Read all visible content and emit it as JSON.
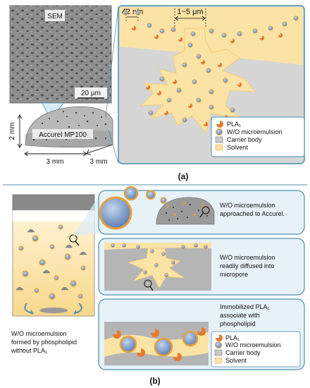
{
  "colors": {
    "solvent": "#fbe3a6",
    "solvent_edge": "#f5c964",
    "carrier": "#c9c9c9",
    "carrier_dark": "#9c9c9c",
    "micro_blue": "#7f9fc6",
    "micro_ring": "#e8a03a",
    "pla": "#e77a2e",
    "frame_blue": "#4b8fae",
    "frame_fill": "#e6f1f8"
  },
  "panel_a": {
    "sem_label": "SEM",
    "scale_bar": "20 μm",
    "accurel_label": "Accurel MP100",
    "dim_height": "2 mm",
    "dim_width": "3 mm",
    "dim_depth": "3 mm",
    "pore_size": "42 nm",
    "micro_size": "1~5 μm",
    "caption": "(a)"
  },
  "legend": {
    "pla": "PLA₁",
    "micro": "W/O microemulsion",
    "carrier": "Carrier body",
    "solvent": "Solvent"
  },
  "panel_b": {
    "left_caption_1": "W/O microemulsion",
    "left_caption_2": "formed by phospholipid",
    "left_caption_3": "without PLA₁",
    "step1_1": "W/O microemulsion",
    "step1_2": "approached to Accurel.",
    "step2_1": "W/O microemulsion",
    "step2_2": "readily diffused into",
    "step2_3": "micropore",
    "step3_1": "Immobilized PLA₁",
    "step3_2": "associate with",
    "step3_3": "phospholipid",
    "caption": "(b)"
  }
}
